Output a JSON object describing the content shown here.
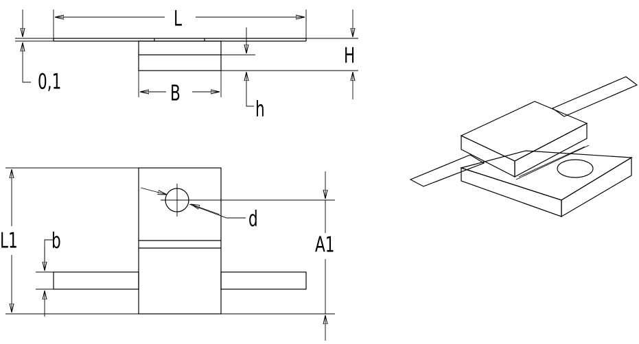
{
  "labels": {
    "L": "L",
    "H": "H",
    "offset": "0,1",
    "B": "B",
    "h": "h",
    "L1": "L1",
    "b": "b",
    "d": "d",
    "A1": "A1"
  }
}
